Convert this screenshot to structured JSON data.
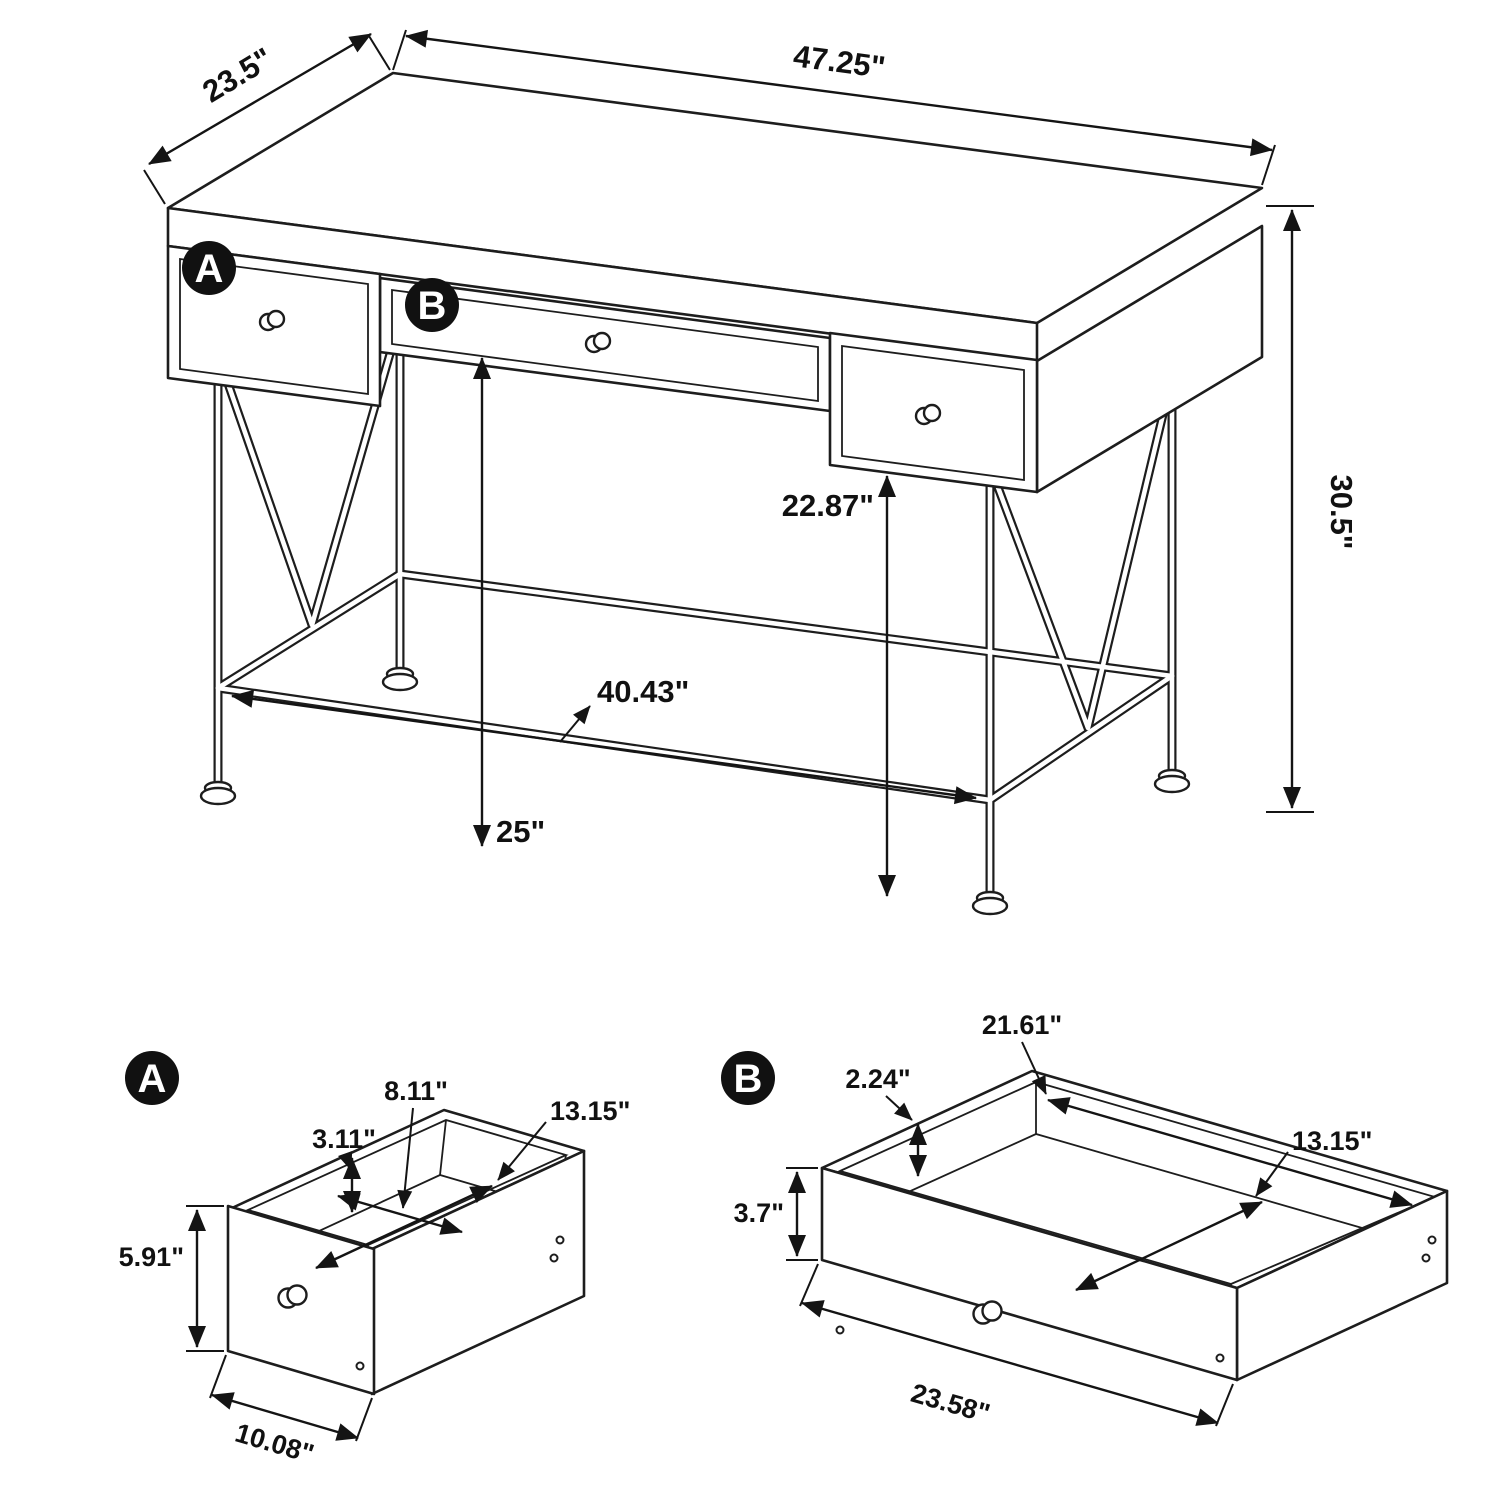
{
  "colors": {
    "line": "#1d1d1d",
    "text": "#111111",
    "badge": "#111111"
  },
  "main_view": {
    "badge_a": "A",
    "badge_b": "B",
    "dimensions": {
      "top_width": "47.25\"",
      "top_depth": "23.5\"",
      "overall_height": "30.5\"",
      "floor_to_drawer": "22.87\"",
      "inner_leg_span": "40.43\"",
      "knee_clearance": "25\""
    }
  },
  "drawer_a_view": {
    "badge": "A",
    "dimensions": {
      "inner_width": "8.11\"",
      "inner_height": "3.11\"",
      "inner_depth": "13.15\"",
      "front_height": "5.91\"",
      "front_width": "10.08\""
    }
  },
  "drawer_b_view": {
    "badge": "B",
    "dimensions": {
      "inner_width": "21.61\"",
      "inner_height": "2.24\"",
      "inner_depth": "13.15\"",
      "front_height": "3.7\"",
      "front_width": "23.58\""
    }
  }
}
